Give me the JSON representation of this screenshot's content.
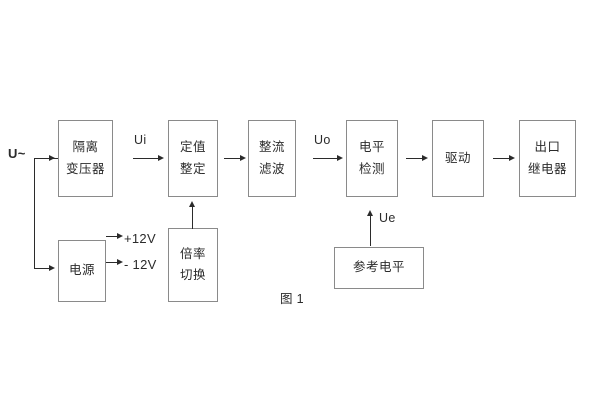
{
  "figure": {
    "caption": "图 1",
    "background_color": "#ffffff",
    "box_border_color": "#8a8a8a",
    "line_color": "#2b2b2b"
  },
  "signals": {
    "input": "U~",
    "ui": "Ui",
    "uo": "Uo",
    "ue": "Ue",
    "positive_supply": "+12V",
    "negative_supply": "- 12V"
  },
  "blocks": {
    "isolation": {
      "line1": "隔离",
      "line2": "变压器"
    },
    "setting": {
      "line1": "定值",
      "line2": "整定"
    },
    "rectifier": {
      "line1": "整流",
      "line2": "滤波"
    },
    "level": {
      "line1": "电平",
      "line2": "检测"
    },
    "driver": {
      "line1": "驱动"
    },
    "output": {
      "line1": "出口",
      "line2": "继电器"
    },
    "power": {
      "line1": "电源"
    },
    "multiplier": {
      "line1": "倍率",
      "line2": "切换"
    },
    "reference": {
      "line1": "参考电平"
    }
  }
}
